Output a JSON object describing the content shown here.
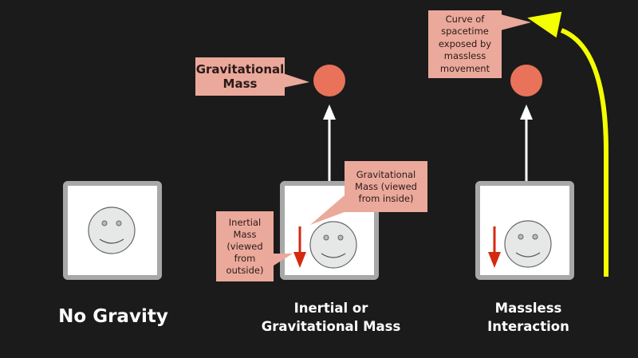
{
  "colors": {
    "background": "#1b1b1b",
    "callout_fill": "#eba99b",
    "mass_ball": "#e8735a",
    "frame_border": "#a8a8a8",
    "frame_fill": "#ffffff",
    "face_fill": "#e6e8e8",
    "red_arrow": "#d42a10",
    "white_arrow": "#ffffff",
    "yellow_curve": "#f4ff00"
  },
  "panels": [
    {
      "id": "no-gravity",
      "caption": "No Gravity"
    },
    {
      "id": "inertial-gravitational",
      "caption": "Inertial or\nGravitational Mass"
    },
    {
      "id": "massless",
      "caption": "Massless\nInteraction"
    }
  ],
  "callouts": {
    "gravitational_mass": "Gravitational\nMass",
    "gravitational_inside": "Gravitational\nMass (viewed\nfrom inside)",
    "inertial_outside": "Inertial\nMass\n(viewed\nfrom\noutside)",
    "curve_spacetime": "Curve of\nspacetime\nexposed by\nmassless\nmovement"
  }
}
